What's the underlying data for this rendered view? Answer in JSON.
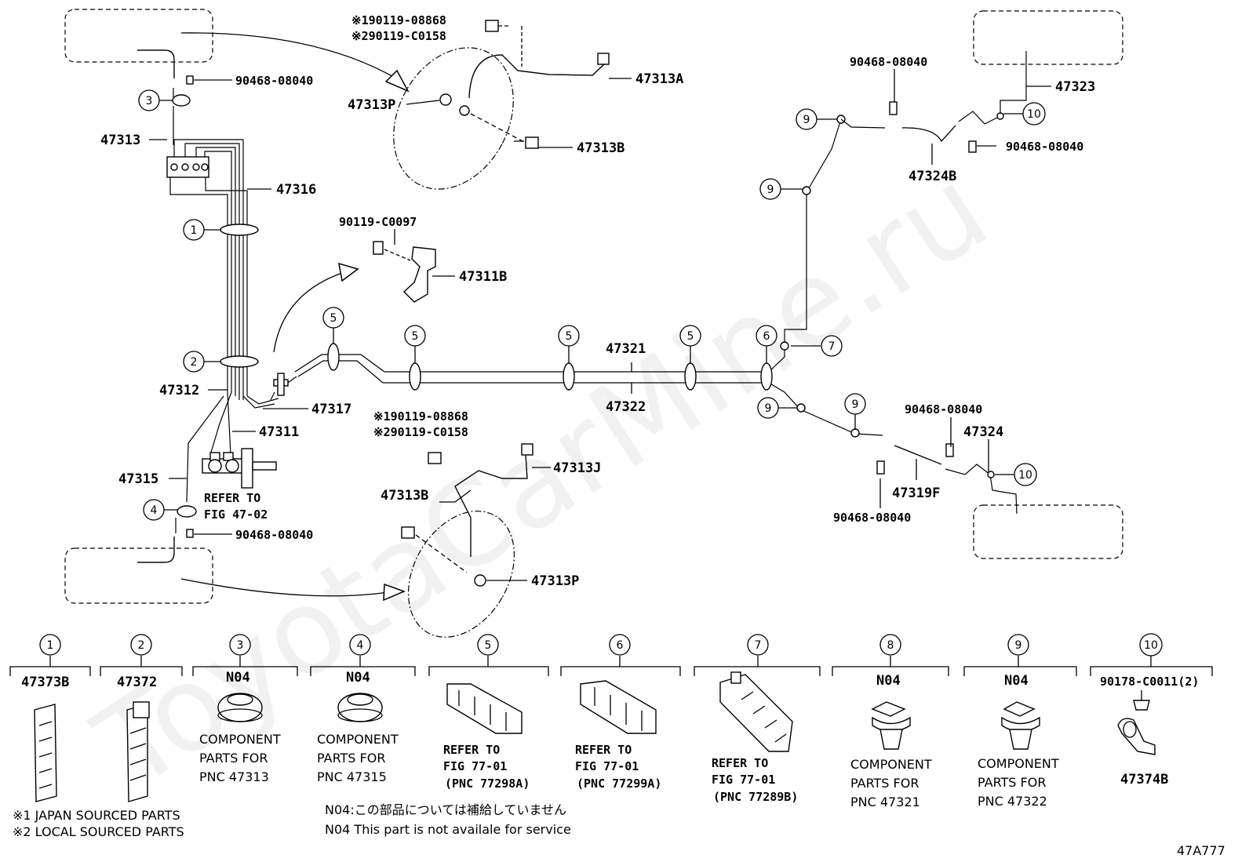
{
  "watermark": "ToyotaCarMine.ru",
  "figure_id": "47A777",
  "part_labels": {
    "p47313A": "47313A",
    "p47313P_top": "47313P",
    "p47313B_top": "47313B",
    "p47313": "47313",
    "p47316": "47316",
    "p47311B": "47311B",
    "p90119": "90119-C0097",
    "p47312": "47312",
    "p47317": "47317",
    "p47311": "47311",
    "p47315": "47315",
    "p47321": "47321",
    "p47322": "47322",
    "p47313J": "47313J",
    "p47313B_bot": "47313B",
    "p47313P_bot": "47313P",
    "p47323": "47323",
    "p47324B": "47324B",
    "p47324": "47324",
    "p47319F": "47319F",
    "clip_tl": "90468-08040",
    "clip_bl": "90468-08040",
    "clip_tr1": "90468-08040",
    "clip_tr2": "90468-08040",
    "clip_mr1": "90468-08040",
    "clip_mr2": "90468-08040",
    "refer_fig1": "REFER TO",
    "refer_fig2": "FIG 47-02"
  },
  "sourced_notes": {
    "top_1": "※190119-08868",
    "top_2": "※290119-C0158",
    "bot_1": "※190119-08868",
    "bot_2": "※290119-C0158"
  },
  "diagram_callouts": {
    "c_3": "3",
    "c_1": "1",
    "c_2": "2",
    "c_4": "4",
    "c_5a": "5",
    "c_5b": "5",
    "c_5c": "5",
    "c_5d": "5",
    "c_6": "6",
    "c_7": "7",
    "c_9a": "9",
    "c_9b": "9",
    "c_9c": "9",
    "c_9d": "9",
    "c_10a": "10",
    "c_10b": "10"
  },
  "legend": [
    {
      "num": "1",
      "title": "47373B",
      "lines": []
    },
    {
      "num": "2",
      "title": "47372",
      "lines": []
    },
    {
      "num": "3",
      "title": "N04",
      "lines": [
        "COMPONENT",
        "PARTS FOR",
        "PNC 47313"
      ]
    },
    {
      "num": "4",
      "title": "N04",
      "lines": [
        "COMPONENT",
        "PARTS FOR",
        "PNC 47315"
      ]
    },
    {
      "num": "5",
      "title": "",
      "lines": [
        "REFER TO",
        "FIG 77-01",
        "(PNC 77298A)"
      ]
    },
    {
      "num": "6",
      "title": "",
      "lines": [
        "REFER TO",
        "FIG 77-01",
        "(PNC 77299A)"
      ]
    },
    {
      "num": "7",
      "title": "",
      "lines": [
        "REFER TO",
        "FIG 77-01",
        "(PNC 77289B)"
      ]
    },
    {
      "num": "8",
      "title": "N04",
      "lines": [
        "COMPONENT",
        "PARTS FOR",
        "PNC 47321"
      ]
    },
    {
      "num": "9",
      "title": "N04",
      "lines": [
        "COMPONENT",
        "PARTS FOR",
        "PNC 47322"
      ]
    },
    {
      "num": "10",
      "title": "90178-C0011(2)",
      "lines": [
        "47374B"
      ]
    }
  ],
  "footnotes": {
    "japan": "※1 JAPAN SOURCED PARTS",
    "local": "※2 LOCAL SOURCED PARTS",
    "n04_jp": "N04:この部品については補給していません",
    "n04_en": "N04   This part is not availale for service"
  }
}
